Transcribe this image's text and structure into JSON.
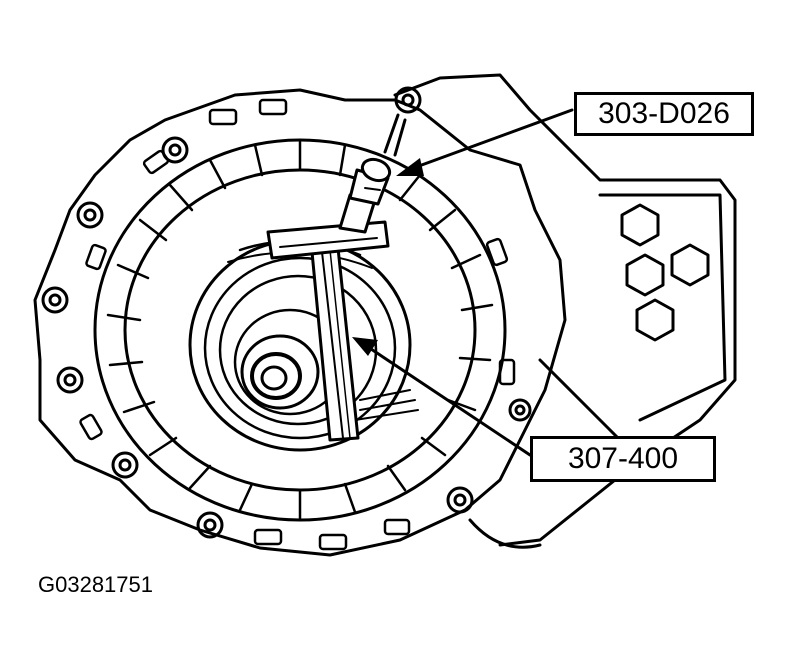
{
  "callouts": {
    "top": {
      "text": "303-D026"
    },
    "bottom": {
      "text": "307-400"
    }
  },
  "figure_id": "G03281751",
  "colors": {
    "line": "#000000",
    "background": "#ffffff"
  }
}
